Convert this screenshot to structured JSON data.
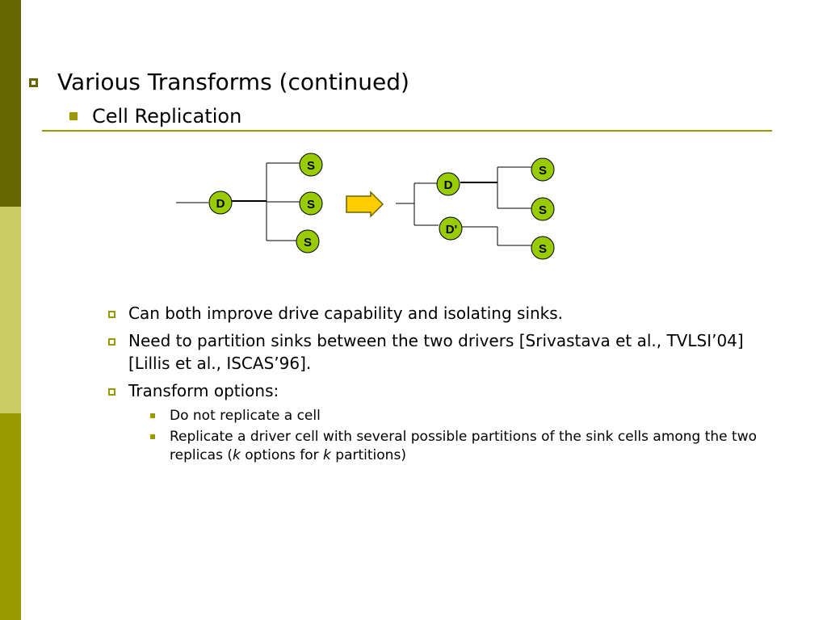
{
  "slide": {
    "title": "Various Transforms (continued)",
    "subtitle": "Cell Replication",
    "colors": {
      "dark_olive": "#666600",
      "light_olive": "#cccc66",
      "olive": "#999900",
      "node_fill": "#99cc00",
      "arrow_fill": "#ffcc00"
    }
  },
  "diagram": {
    "left": {
      "driver": "D",
      "sinks": [
        "S",
        "S",
        "S"
      ]
    },
    "right": {
      "drivers": [
        "D",
        "D'"
      ],
      "sinks": [
        "S",
        "S",
        "S"
      ]
    },
    "arrow_icon": "right-arrow-icon"
  },
  "bullets": [
    {
      "text": "Can both improve drive capability and isolating sinks."
    },
    {
      "text": "Need to partition sinks between the two drivers [Srivastava et al., TVLSI’04] [Lillis et al., ISCAS’96]."
    },
    {
      "text": "Transform options:"
    }
  ],
  "options": [
    {
      "text": "Do not replicate a cell"
    },
    {
      "text_before": "Replicate a driver cell with several possible partitions of the sink cells among the two replicas (",
      "k1": "k",
      "text_mid": " options for ",
      "k2": "k",
      "text_after": " partitions)"
    }
  ]
}
